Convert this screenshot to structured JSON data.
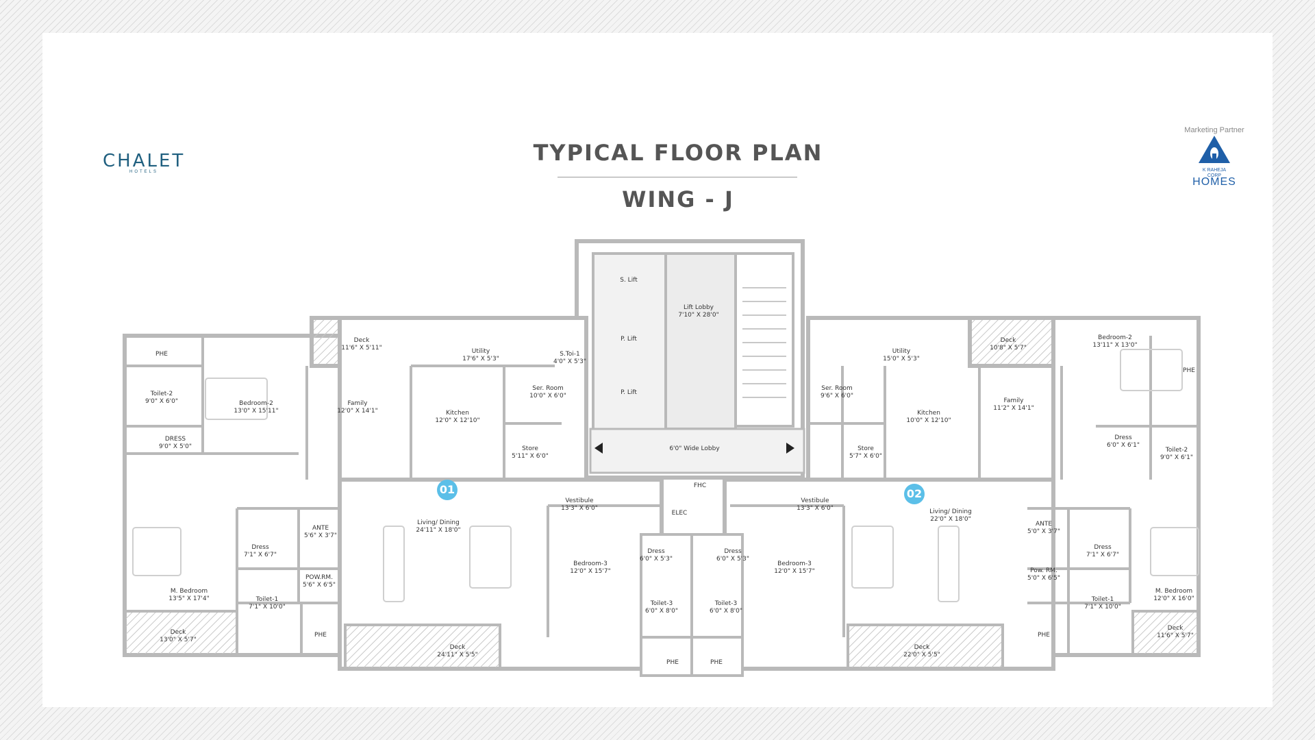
{
  "title": "TYPICAL FLOOR PLAN",
  "subtitle": "WING - J",
  "brand": {
    "name": "CHALET",
    "sub": "HOTELS"
  },
  "partner": {
    "label": "Marketing Partner",
    "line1": "K RAHEJA",
    "line2": "CORP",
    "name": "HOMES"
  },
  "units": [
    {
      "badge": "01"
    },
    {
      "badge": "02"
    }
  ],
  "rooms": {
    "phe_l1": {
      "name": "PHE"
    },
    "toilet2_l": {
      "name": "Toilet-2",
      "dim": "9'0\" X 6'0\""
    },
    "dress_l": {
      "name": "DRESS",
      "dim": "9'0\" X 5'0\""
    },
    "bed2_l": {
      "name": "Bedroom-2",
      "dim": "13'0\" X 15'11\""
    },
    "deck_tl": {
      "name": "Deck",
      "dim": "11'6\" X 5'11\""
    },
    "family_l": {
      "name": "Family",
      "dim": "12'0\" X 14'1\""
    },
    "kitchen_l": {
      "name": "Kitchen",
      "dim": "12'0\" X 12'10\""
    },
    "utility_l": {
      "name": "Utility",
      "dim": "17'6\" X 5'3\""
    },
    "stoi": {
      "name": "S.Toi-1",
      "dim": "4'0\" X 5'3\""
    },
    "serroom_l": {
      "name": "Ser. Room",
      "dim": "10'0\" X 6'0\""
    },
    "store_l": {
      "name": "Store",
      "dim": "5'11\" X 6'0\""
    },
    "slift": {
      "name": "S. Lift"
    },
    "plift1": {
      "name": "P. Lift"
    },
    "plift2": {
      "name": "P. Lift"
    },
    "liftlobby": {
      "name": "Lift Lobby",
      "dim": "7'10\" X 28'0\""
    },
    "widelobby": {
      "name": "6'0\" Wide Lobby"
    },
    "fhc": {
      "name": "FHC"
    },
    "elec": {
      "name": "ELEC"
    },
    "vest_l": {
      "name": "Vestibule",
      "dim": "13'3\" X 6'0\""
    },
    "vest_r": {
      "name": "Vestibule",
      "dim": "13'3\" X 6'0\""
    },
    "living_l": {
      "name": "Living/ Dining",
      "dim": "24'11\" X 18'0\""
    },
    "ante_l": {
      "name": "ANTE",
      "dim": "5'6\" X 3'7\""
    },
    "dress2_l": {
      "name": "Dress",
      "dim": "7'1\" X 6'7\""
    },
    "powrm_l": {
      "name": "POW.RM.",
      "dim": "5'6\" X 6'5\""
    },
    "mbed_l": {
      "name": "M. Bedroom",
      "dim": "13'5\" X 17'4\""
    },
    "toilet1_l": {
      "name": "Toilet-1",
      "dim": "7'1\" X 10'0\""
    },
    "phe_l2": {
      "name": "PHE"
    },
    "deck_bl": {
      "name": "Deck",
      "dim": "13'0\" X 5'7\""
    },
    "deck_bm_l": {
      "name": "Deck",
      "dim": "24'11\" X 5'5\""
    },
    "bed3_l": {
      "name": "Bedroom-3",
      "dim": "12'0\" X 15'7\""
    },
    "dress3_l": {
      "name": "Dress",
      "dim": "6'0\" X 5'3\""
    },
    "dress3_r": {
      "name": "Dress",
      "dim": "6'0\" X 5'3\""
    },
    "toilet3_l": {
      "name": "Toilet-3",
      "dim": "6'0\" X 8'0\""
    },
    "toilet3_r": {
      "name": "Toilet-3",
      "dim": "6'0\" X 8'0\""
    },
    "phe_cl": {
      "name": "PHE"
    },
    "phe_cr": {
      "name": "PHE"
    },
    "bed3_r": {
      "name": "Bedroom-3",
      "dim": "12'0\" X 15'7\""
    },
    "serroom_r": {
      "name": "Ser. Room",
      "dim": "9'6\" X 6'0\""
    },
    "utility_r": {
      "name": "Utility",
      "dim": "15'0\" X 5'3\""
    },
    "kitchen_r": {
      "name": "Kitchen",
      "dim": "10'0\" X 12'10\""
    },
    "store_r": {
      "name": "Store",
      "dim": "5'7\" X 6'0\""
    },
    "deck_tr": {
      "name": "Deck",
      "dim": "10'8\" X 5'7\""
    },
    "family_r": {
      "name": "Family",
      "dim": "11'2\" X 14'1\""
    },
    "bed2_r": {
      "name": "Bedroom-2",
      "dim": "13'11\" X 13'0\""
    },
    "phe_r1": {
      "name": "PHE"
    },
    "dress_r": {
      "name": "Dress",
      "dim": "6'0\" X 6'1\""
    },
    "toilet2_r": {
      "name": "Toilet-2",
      "dim": "9'0\" X 6'1\""
    },
    "living_r": {
      "name": "Living/ Dining",
      "dim": "22'0\" X 18'0\""
    },
    "ante_r": {
      "name": "ANTE",
      "dim": "5'0\" X 3'7\""
    },
    "dress2_r": {
      "name": "Dress",
      "dim": "7'1\" X 6'7\""
    },
    "powrm_r": {
      "name": "Pow. RM.",
      "dim": "5'0\" X 6'5\""
    },
    "toilet1_r": {
      "name": "Toilet-1",
      "dim": "7'1\" X 10'0\""
    },
    "mbed_r": {
      "name": "M. Bedroom",
      "dim": "12'0\" X 16'0\""
    },
    "phe_r2": {
      "name": "PHE"
    },
    "deck_bm_r": {
      "name": "Deck",
      "dim": "22'0\" X 5'5\""
    },
    "deck_br": {
      "name": "Deck",
      "dim": "11'6\" X 5'7\""
    }
  }
}
